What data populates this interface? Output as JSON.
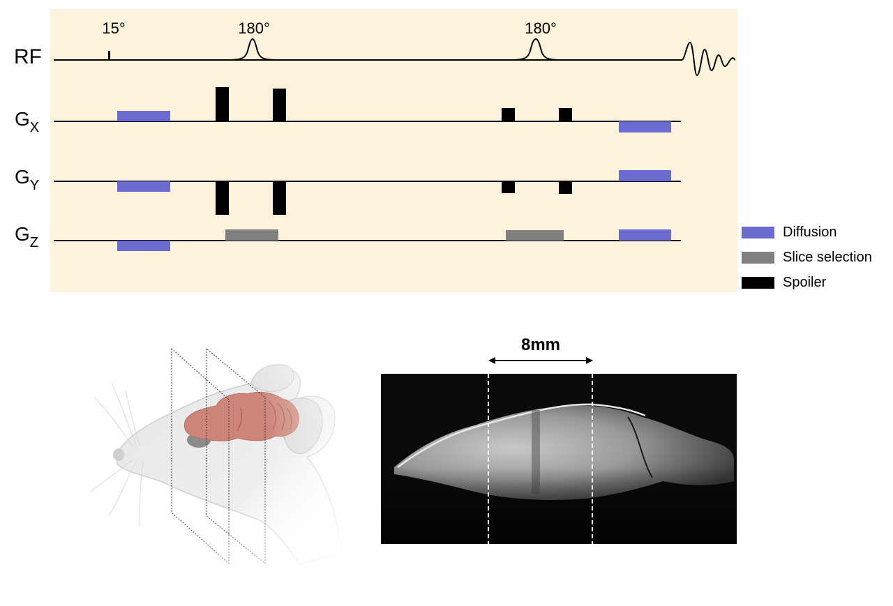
{
  "rf_label": "RF",
  "gx_base": "G",
  "gx_sub": "X",
  "gy_base": "G",
  "gy_sub": "Y",
  "gz_base": "G",
  "gz_sub": "Z",
  "pulse_15": "15°",
  "pulse_180_a": "180°",
  "pulse_180_b": "180°",
  "legend": {
    "diffusion": "Diffusion",
    "slice": "Slice selection",
    "spoiler": "Spoiler"
  },
  "colors": {
    "panel_bg": "#fdf3dc",
    "diffusion": "#6b6bd1",
    "slice": "#808080",
    "spoiler": "#000000",
    "brain": "#cd857a"
  },
  "scale_label": "8mm"
}
